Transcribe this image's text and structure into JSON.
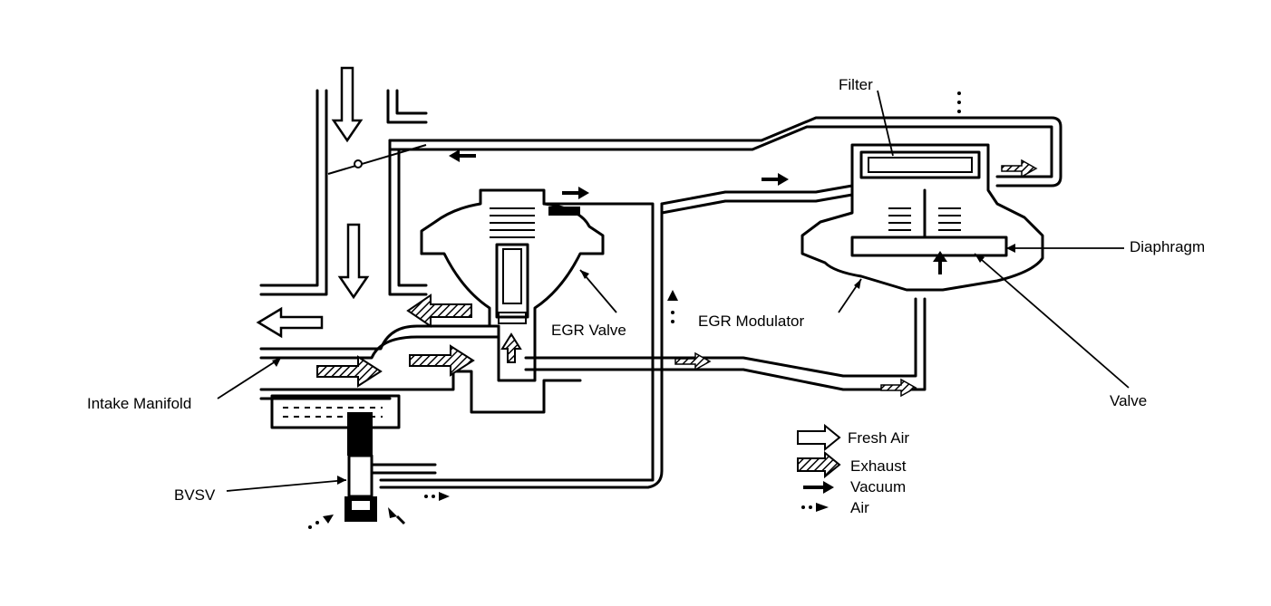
{
  "labels": {
    "filter": "Filter",
    "diaphragm": "Diaphragm",
    "egr_valve": "EGR Valve",
    "egr_modulator": "EGR Modulator",
    "valve": "Valve",
    "intake_manifold": "Intake Manifold",
    "bvsv": "BVSV"
  },
  "legend": [
    {
      "label": "Fresh Air",
      "icon": "fresh-air-arrow-icon"
    },
    {
      "label": "Exhaust",
      "icon": "exhaust-arrow-icon"
    },
    {
      "label": "Vacuum",
      "icon": "vacuum-arrow-icon"
    },
    {
      "label": "Air",
      "icon": "air-arrow-icon"
    }
  ],
  "colors": {
    "line": "#000000",
    "background": "#ffffff"
  }
}
